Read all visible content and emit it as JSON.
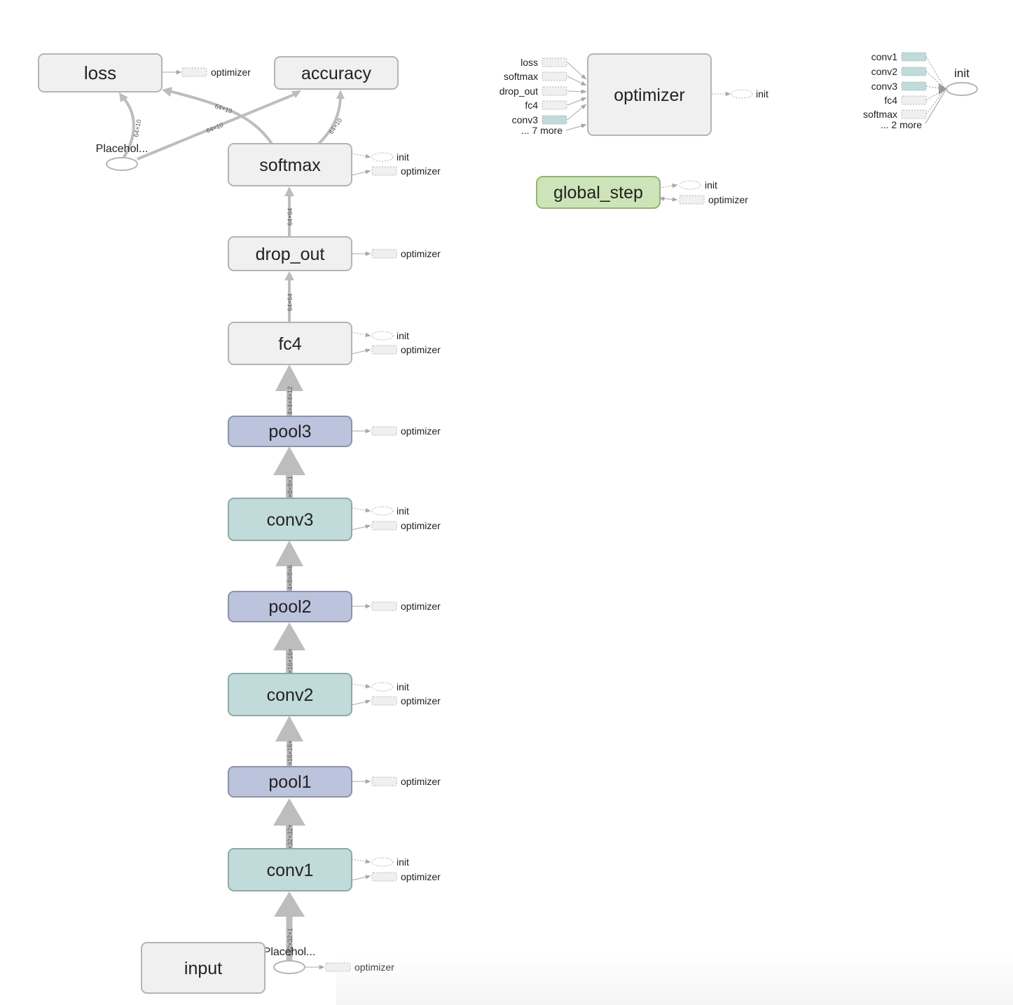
{
  "colors": {
    "node_default_fill": "#f0f0f0",
    "node_default_stroke": "#b4b4b4",
    "node_pool_fill": "#bcc3dc",
    "node_pool_stroke": "#8c93aa",
    "node_conv_fill": "#c1dada",
    "node_conv_stroke": "#8fa8a8",
    "node_var_fill": "#cde4b8",
    "node_var_stroke": "#94b27b",
    "edge": "#bdbdbd",
    "aux_edge": "#a8a8a8"
  },
  "nodes": {
    "loss": "loss",
    "accuracy": "accuracy",
    "softmax": "softmax",
    "drop_out": "drop_out",
    "fc4": "fc4",
    "pool3": "pool3",
    "conv3": "conv3",
    "pool2": "pool2",
    "conv2": "conv2",
    "pool1": "pool1",
    "conv1": "conv1",
    "input": "input",
    "optimizer": "optimizer",
    "global_step": "global_step",
    "init": "init",
    "placeholder_top": "Placehol...",
    "placeholder_bottom": "Placehol..."
  },
  "aux": {
    "init": "init",
    "optimizer": "optimizer"
  },
  "edge_labels": {
    "placeholder_to_loss": "64×10",
    "softmax_to_loss": "64×10",
    "placeholder_to_accuracy": "64×10",
    "softmax_to_accuracy": "64×10",
    "dropout_to_softmax": "64×64",
    "fc4_to_dropout": "64×64",
    "pool3_to_fc4": "4×4×4×12",
    "conv3_to_pool3": "×8×8×1",
    "pool2_to_conv3": "4×8×8×6",
    "conv2_to_pool2": "×16×16×",
    "pool1_to_conv2": "×16×16×",
    "conv1_to_pool1": "×32×32×",
    "input_to_conv1": "×32×32×1"
  },
  "optimizer_inputs": [
    "loss",
    "softmax",
    "drop_out",
    "fc4",
    "conv3",
    "... 7 more"
  ],
  "init_inputs": [
    "conv1",
    "conv2",
    "conv3",
    "fc4",
    "softmax",
    "... 2 more"
  ]
}
